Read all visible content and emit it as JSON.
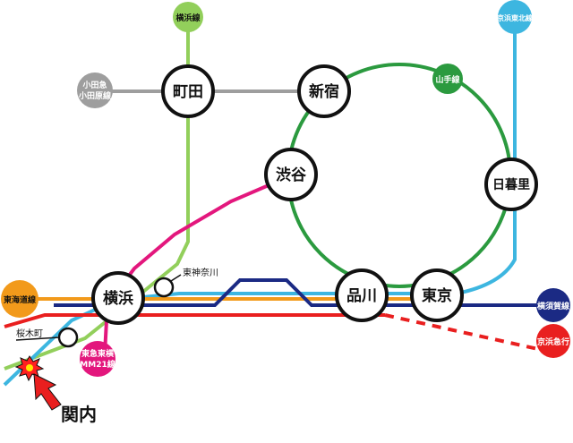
{
  "lines": {
    "yokohama_line": {
      "label": "横浜線",
      "color": "#92cf5b"
    },
    "odakyu_line": {
      "label_1": "小田急",
      "label_2": "小田原線",
      "color": "#9e9e9e"
    },
    "yamanote_line": {
      "label": "山手線",
      "color": "#2b9a3f"
    },
    "keihin_tohoku_line": {
      "label": "京浜東北線",
      "color": "#3db6e0"
    },
    "tokaido_line": {
      "label": "東海道線",
      "color": "#f29a1b"
    },
    "yokosuka_line": {
      "label": "横須賀線",
      "color": "#1b2a84"
    },
    "keikyu_line": {
      "label": "京浜急行",
      "color": "#e91f1f"
    },
    "tokyu_toyoko_line": {
      "label_1": "東急東横",
      "label_2": "MM21線",
      "color": "#e3177d"
    }
  },
  "stations": {
    "machida": "町田",
    "shinjuku": "新宿",
    "shibuya": "渋谷",
    "nippori": "日暮里",
    "shinagawa": "品川",
    "tokyo": "東京",
    "yokohama": "横浜",
    "higashikanagawa": "東神奈川",
    "sakuragicho": "桜木町",
    "kannai": "関内"
  },
  "colors": {
    "station_outline": "#111111",
    "marker_fill": "#ff2020",
    "burst_yellow": "#ffe600"
  }
}
